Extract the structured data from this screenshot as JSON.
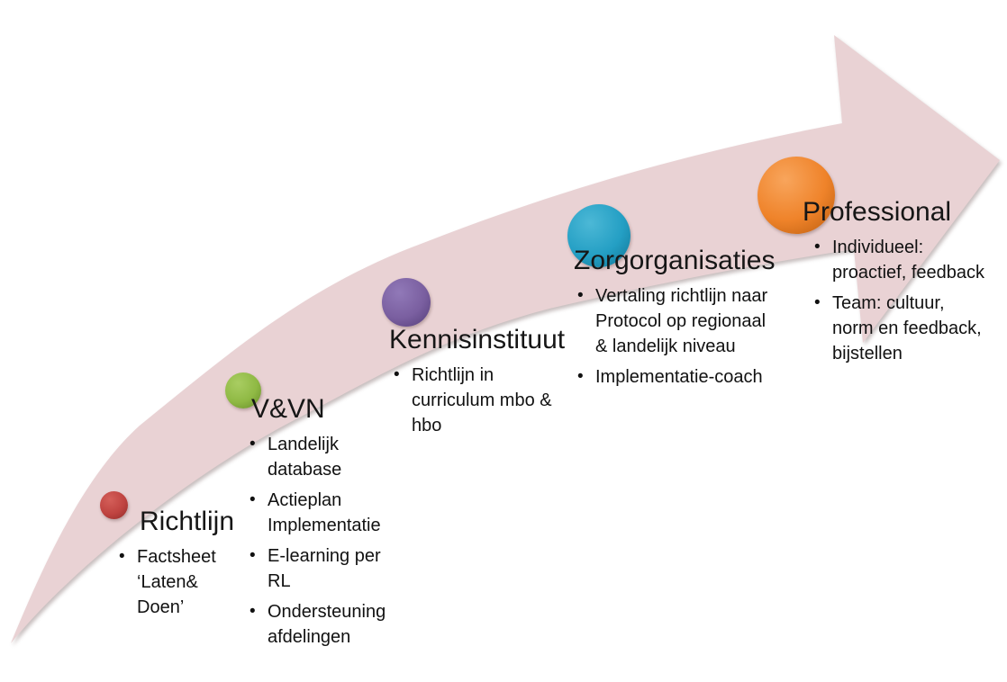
{
  "diagram": {
    "description": "Implementation growth arrow diagram with five stages",
    "arrow": {
      "fill": "#e9d2d4"
    },
    "stages": [
      {
        "id": "richtlijn",
        "label": "Richtlijn",
        "marker_icon": "circle",
        "color": "#bf4340",
        "color_light": "#d45f59",
        "color_dark": "#8f2b28",
        "bullets": [
          "Factsheet\n‘Laten&\nDoen’"
        ]
      },
      {
        "id": "vvn",
        "label": "V&VN",
        "marker_icon": "circle",
        "color": "#8fb944",
        "color_light": "#a9cd62",
        "color_dark": "#648a28",
        "bullets": [
          "Landelijk\ndatabase",
          "Actieplan\nImplementatie",
          "E-learning per\nRL",
          "Ondersteuning\nafdelingen"
        ]
      },
      {
        "id": "kennisinstituut",
        "label": "Kennisinstituut",
        "marker_icon": "circle",
        "color": "#7a5fa0",
        "color_light": "#9179b8",
        "color_dark": "#533d78",
        "bullets": [
          "Richtlijn in\ncurriculum mbo &\nhbo"
        ]
      },
      {
        "id": "zorgorganisaties",
        "label": "Zorgorganisaties",
        "marker_icon": "circle",
        "color": "#249fc4",
        "color_light": "#4cb8d6",
        "color_dark": "#117494",
        "bullets": [
          "Vertaling richtlijn naar\nProtocol op regionaal\n& landelijk niveau",
          "Implementatie-coach"
        ]
      },
      {
        "id": "professional",
        "label": "Professional",
        "marker_icon": "circle",
        "color": "#ef832a",
        "color_light": "#f8a55c",
        "color_dark": "#b95c0e",
        "bullets": [
          "Individueel:\nproactief, feedback",
          "Team: cultuur,\nnorm en feedback,\nbijstellen"
        ]
      }
    ]
  }
}
